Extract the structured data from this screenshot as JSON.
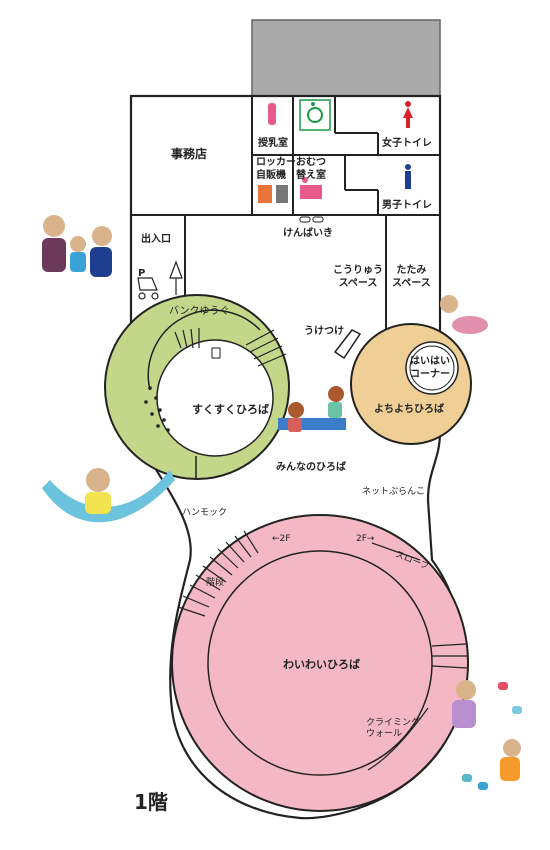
{
  "floor_label": "1階",
  "rooms": {
    "office": "事務店",
    "nursing": "授乳室",
    "locker": "ロッカー\n自販機",
    "diaper": "おむつ\n替え室",
    "womens_toilet": "女子トイレ",
    "mens_toilet": "男子トイレ",
    "ticket_machine": "けんばいき",
    "entrance": "出入口",
    "exchange_space": "こうりゅう\nスペース",
    "folding_space": "たたみ\nスペース",
    "reception": "うけつけ"
  },
  "areas": {
    "bank_play": "バンクゆうぐ",
    "sukusuku": "すくすくひろば",
    "yochiyochi": "よちよちひろば",
    "haihai": "はいはい\nコーナー",
    "minna": "みんなのひろば",
    "net_swing": "ネットぶらんこ",
    "hammock": "ハンモック",
    "waiwai": "わいわいひろば",
    "stairs": "階段",
    "slope": "スロープ",
    "climbing": "クライミング\nウォール",
    "to_2f_left": "←2F",
    "to_2f_right": "2F→",
    "parking_sign": "P"
  },
  "colors": {
    "green_area": "#c4d68a",
    "orange_area": "#f0cf96",
    "pink_area": "#f3b8c3",
    "gray_block": "#aaaaaa",
    "wall": "#222222",
    "toilet_red": "#d6232b",
    "toilet_blue": "#1e3f8f",
    "accessible_green": "#1a9a4a"
  }
}
